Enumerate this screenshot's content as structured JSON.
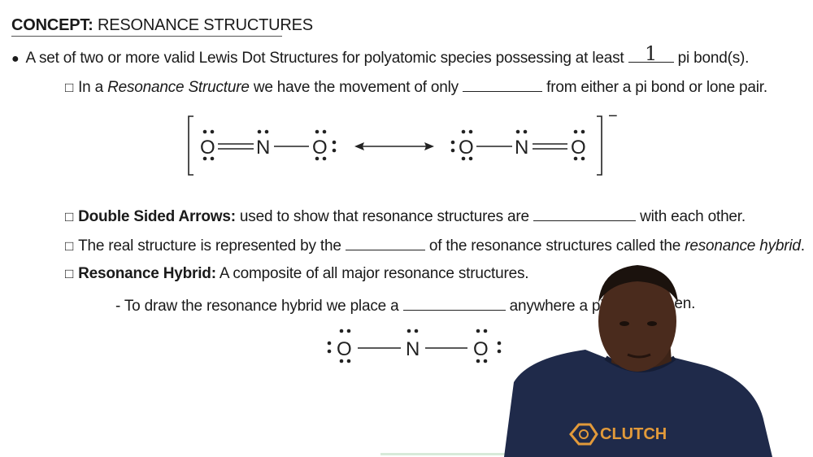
{
  "title": {
    "bold": "CONCEPT:",
    "rest": " RESONANCE STRUCTURES"
  },
  "definition": {
    "text_before": "A set of two or more valid Lewis Dot Structures for polyatomic species possessing at least",
    "blank_answer": "1",
    "text_after": "pi bond(s)."
  },
  "resonance_structure": {
    "prefix": "In a ",
    "italic": "Resonance Structure",
    "mid": " we have the movement of only",
    "after": "from either a pi bond or lone pair."
  },
  "double_arrows": {
    "bold": "Double Sided Arrows:",
    "text": " used to show that resonance structures are",
    "after": "with each other."
  },
  "real_structure": {
    "text": "The real structure is represented by the",
    "after": "of the resonance structures called the ",
    "italic": "resonance hybrid",
    "end": "."
  },
  "hybrid": {
    "bold": "Resonance Hybrid:",
    "text": " A composite of all major resonance structures."
  },
  "draw_hybrid": {
    "text": "- To draw the resonance hybrid we place a",
    "after": "anywhere a pi",
    "end": "een."
  },
  "molecule": {
    "atoms": [
      "O",
      "N",
      "O"
    ],
    "charge": "−"
  },
  "shirt_logo": "CLUTCH"
}
